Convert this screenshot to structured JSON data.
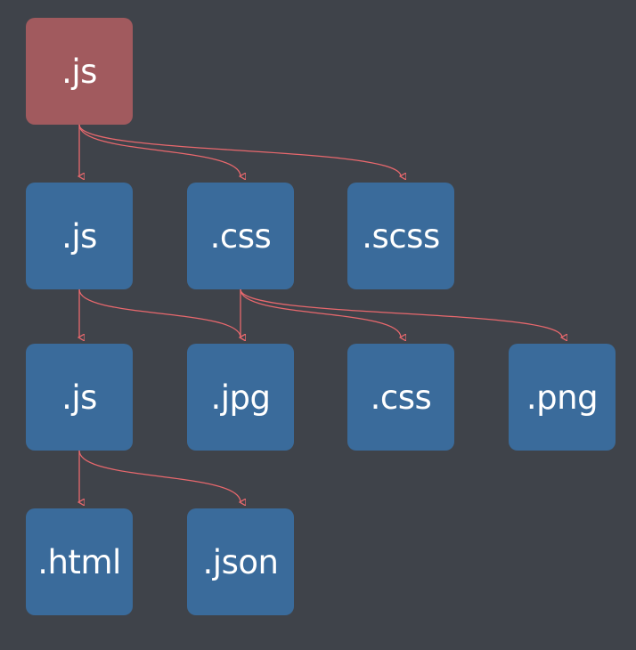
{
  "diagram": {
    "colors": {
      "background": "#3f434a",
      "entry_node": "#a15a5e",
      "module_node": "#3a6b9b",
      "edge": "#e8686d",
      "text": "#ffffff"
    },
    "nodes": {
      "root_js": ".js",
      "js_level1": ".js",
      "css_level1": ".css",
      "scss_level1": ".scss",
      "js_level2": ".js",
      "jpg_level2": ".jpg",
      "css_level2": ".css",
      "png_level2": ".png",
      "html_level3": ".html",
      "json_level3": ".json"
    },
    "edges": [
      {
        "from": "root_js",
        "to": "js_level1"
      },
      {
        "from": "root_js",
        "to": "css_level1"
      },
      {
        "from": "root_js",
        "to": "scss_level1"
      },
      {
        "from": "js_level1",
        "to": "js_level2"
      },
      {
        "from": "js_level1",
        "to": "jpg_level2"
      },
      {
        "from": "css_level1",
        "to": "jpg_level2"
      },
      {
        "from": "css_level1",
        "to": "css_level2"
      },
      {
        "from": "css_level1",
        "to": "png_level2"
      },
      {
        "from": "js_level2",
        "to": "html_level3"
      },
      {
        "from": "js_level2",
        "to": "json_level3"
      }
    ]
  }
}
